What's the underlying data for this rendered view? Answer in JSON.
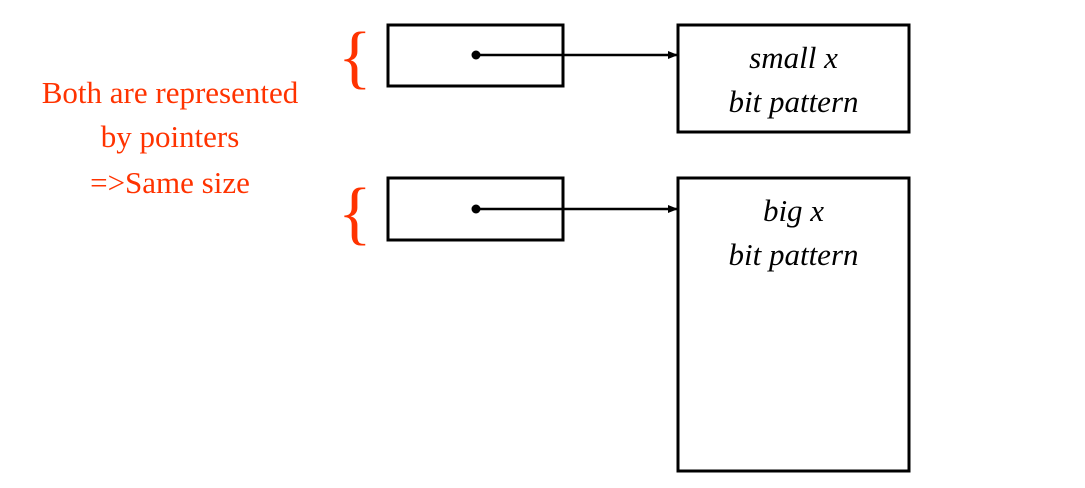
{
  "note": {
    "lines": [
      "Both are represented",
      "by pointers",
      "=>Same size"
    ],
    "color": "#ff3300"
  },
  "small_object": {
    "line1": "small x",
    "line2": "bit pattern"
  },
  "big_object": {
    "line1": "big x",
    "line2": "bit pattern"
  },
  "colors": {
    "stroke": "#000000",
    "brace": "#ff3300"
  }
}
